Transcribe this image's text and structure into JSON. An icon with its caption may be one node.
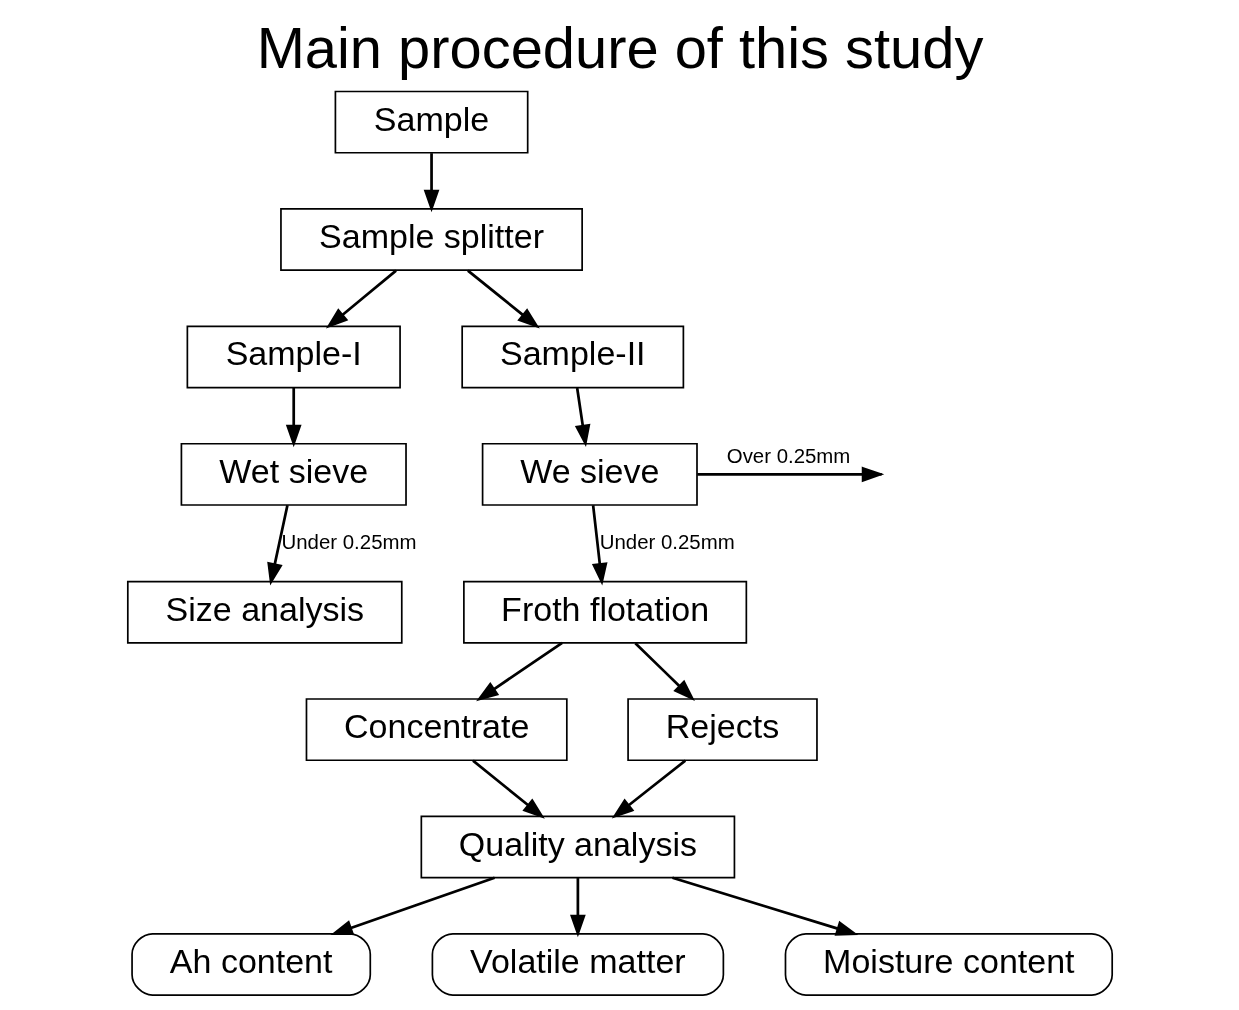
{
  "diagram": {
    "title": "Main procedure of this study",
    "nodes": [
      {
        "text": [
          "Sample"
        ]
      },
      {
        "text": [
          "Sample splitter"
        ]
      },
      {
        "text": [
          "Sample-I"
        ]
      },
      {
        "text": [
          "Sample-II"
        ]
      },
      {
        "text": [
          "Wet sieve"
        ]
      },
      {
        "text": [
          "We sieve"
        ]
      },
      {
        "text": [
          "Size analysis"
        ]
      },
      {
        "text": [
          "Froth flotation"
        ]
      },
      {
        "text": [
          "Concentrate"
        ]
      },
      {
        "text": [
          "Rejects"
        ]
      },
      {
        "text": [
          "Quality analysis"
        ]
      },
      {
        "text": [
          "Ah content"
        ]
      },
      {
        "text": [
          "Volatile matter"
        ]
      },
      {
        "text": [
          "Moisture content"
        ]
      }
    ],
    "edges": [
      {
        "from": 0,
        "to": 1,
        "arrow": "to"
      },
      {
        "from": 1,
        "to": 2,
        "arrow": "to"
      },
      {
        "from": 1,
        "to": 3,
        "arrow": "to"
      },
      {
        "from": 2,
        "to": 4,
        "arrow": "to"
      },
      {
        "from": 3,
        "to": 5,
        "arrow": "to"
      },
      {
        "from": 4,
        "to": 6,
        "arrow": "to",
        "label": "Under 0.25mm"
      },
      {
        "from": 5,
        "to": null,
        "arrow": "to",
        "label": "Over 0.25mm"
      },
      {
        "from": 5,
        "to": 7,
        "arrow": "to",
        "label": "Under 0.25mm"
      },
      {
        "from": 7,
        "to": 8,
        "arrow": "to"
      },
      {
        "from": 7,
        "to": 9,
        "arrow": "to"
      },
      {
        "from": 8,
        "to": 10,
        "arrow": "to"
      },
      {
        "from": 9,
        "to": 10,
        "arrow": "to"
      },
      {
        "from": 10,
        "to": 11,
        "arrow": "to"
      },
      {
        "from": 10,
        "to": 12,
        "arrow": "to"
      },
      {
        "from": 10,
        "to": 13,
        "arrow": "to"
      }
    ]
  }
}
